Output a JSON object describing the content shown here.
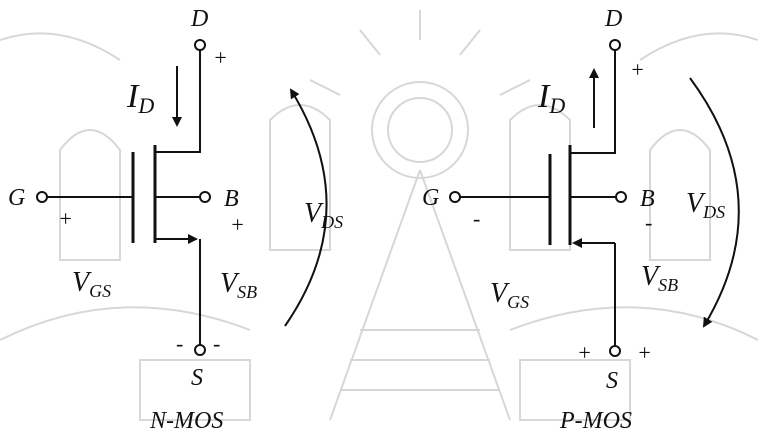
{
  "colors": {
    "ink": "#111111",
    "watermark": "#d7d7d7",
    "background": "#ffffff"
  },
  "nmos": {
    "label": "N-MOS",
    "terminal_d": "D",
    "terminal_g": "G",
    "terminal_b": "B",
    "terminal_s": "S",
    "current_main": "I",
    "current_sub": "D",
    "vds_main": "V",
    "vds_sub": "DS",
    "vgs_main": "V",
    "vgs_sub": "GS",
    "vsb_main": "V",
    "vsb_sub": "SB",
    "sign_d": "+",
    "sign_g": "+",
    "sign_b": "+",
    "sign_s_left": "-",
    "sign_s_right": "-"
  },
  "pmos": {
    "label": "P-MOS",
    "terminal_d": "D",
    "terminal_g": "G",
    "terminal_b": "B",
    "terminal_s": "S",
    "current_main": "I",
    "current_sub": "D",
    "vds_main": "V",
    "vds_sub": "DS",
    "vgs_main": "V",
    "vgs_sub": "GS",
    "vsb_main": "V",
    "vsb_sub": "SB",
    "sign_d": "+",
    "sign_g": "-",
    "sign_b": "-",
    "sign_s_left": "+",
    "sign_s_right": "+"
  }
}
